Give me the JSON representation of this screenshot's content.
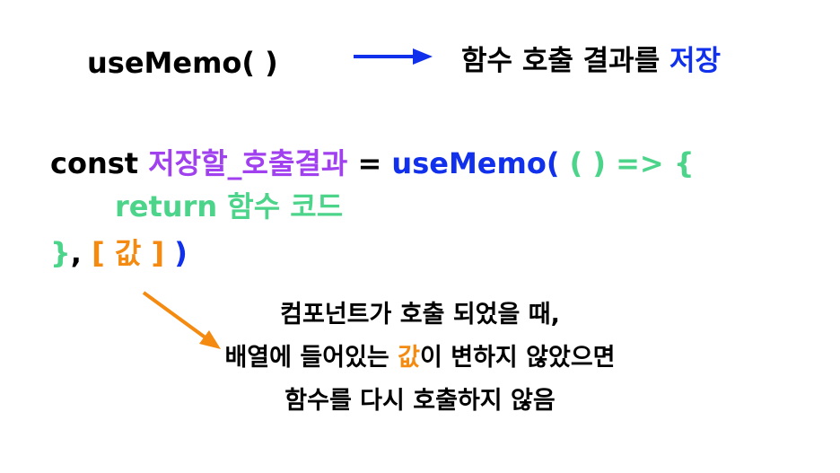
{
  "colors": {
    "black": "#000000",
    "blue": "#1030ec",
    "purple": "#a040ef",
    "green": "#4cd48a",
    "orange": "#f48a10"
  },
  "title": {
    "term": "useMemo( )",
    "desc_prefix": "함수 호출 결과를 ",
    "desc_highlight": "저장"
  },
  "code": {
    "line1": {
      "keyword": "const ",
      "var_name": "저장할_호출결과",
      "equals": " = ",
      "fn": "useMemo(",
      "params": " (  )  =>  {"
    },
    "line2": {
      "body": "return 함수 코드"
    },
    "line3": {
      "close_brace": "}",
      "comma": ", ",
      "bracket_open": "[ ",
      "value": "값",
      "bracket_close": " ]",
      "paren_close": " )"
    }
  },
  "note": {
    "line1": "컴포넌트가 호출 되었을 때,",
    "line2_prefix": "배열에 들어있는 ",
    "line2_highlight": "값",
    "line2_suffix": "이 변하지 않았으면",
    "line3": "함수를 다시 호출하지 않음"
  }
}
